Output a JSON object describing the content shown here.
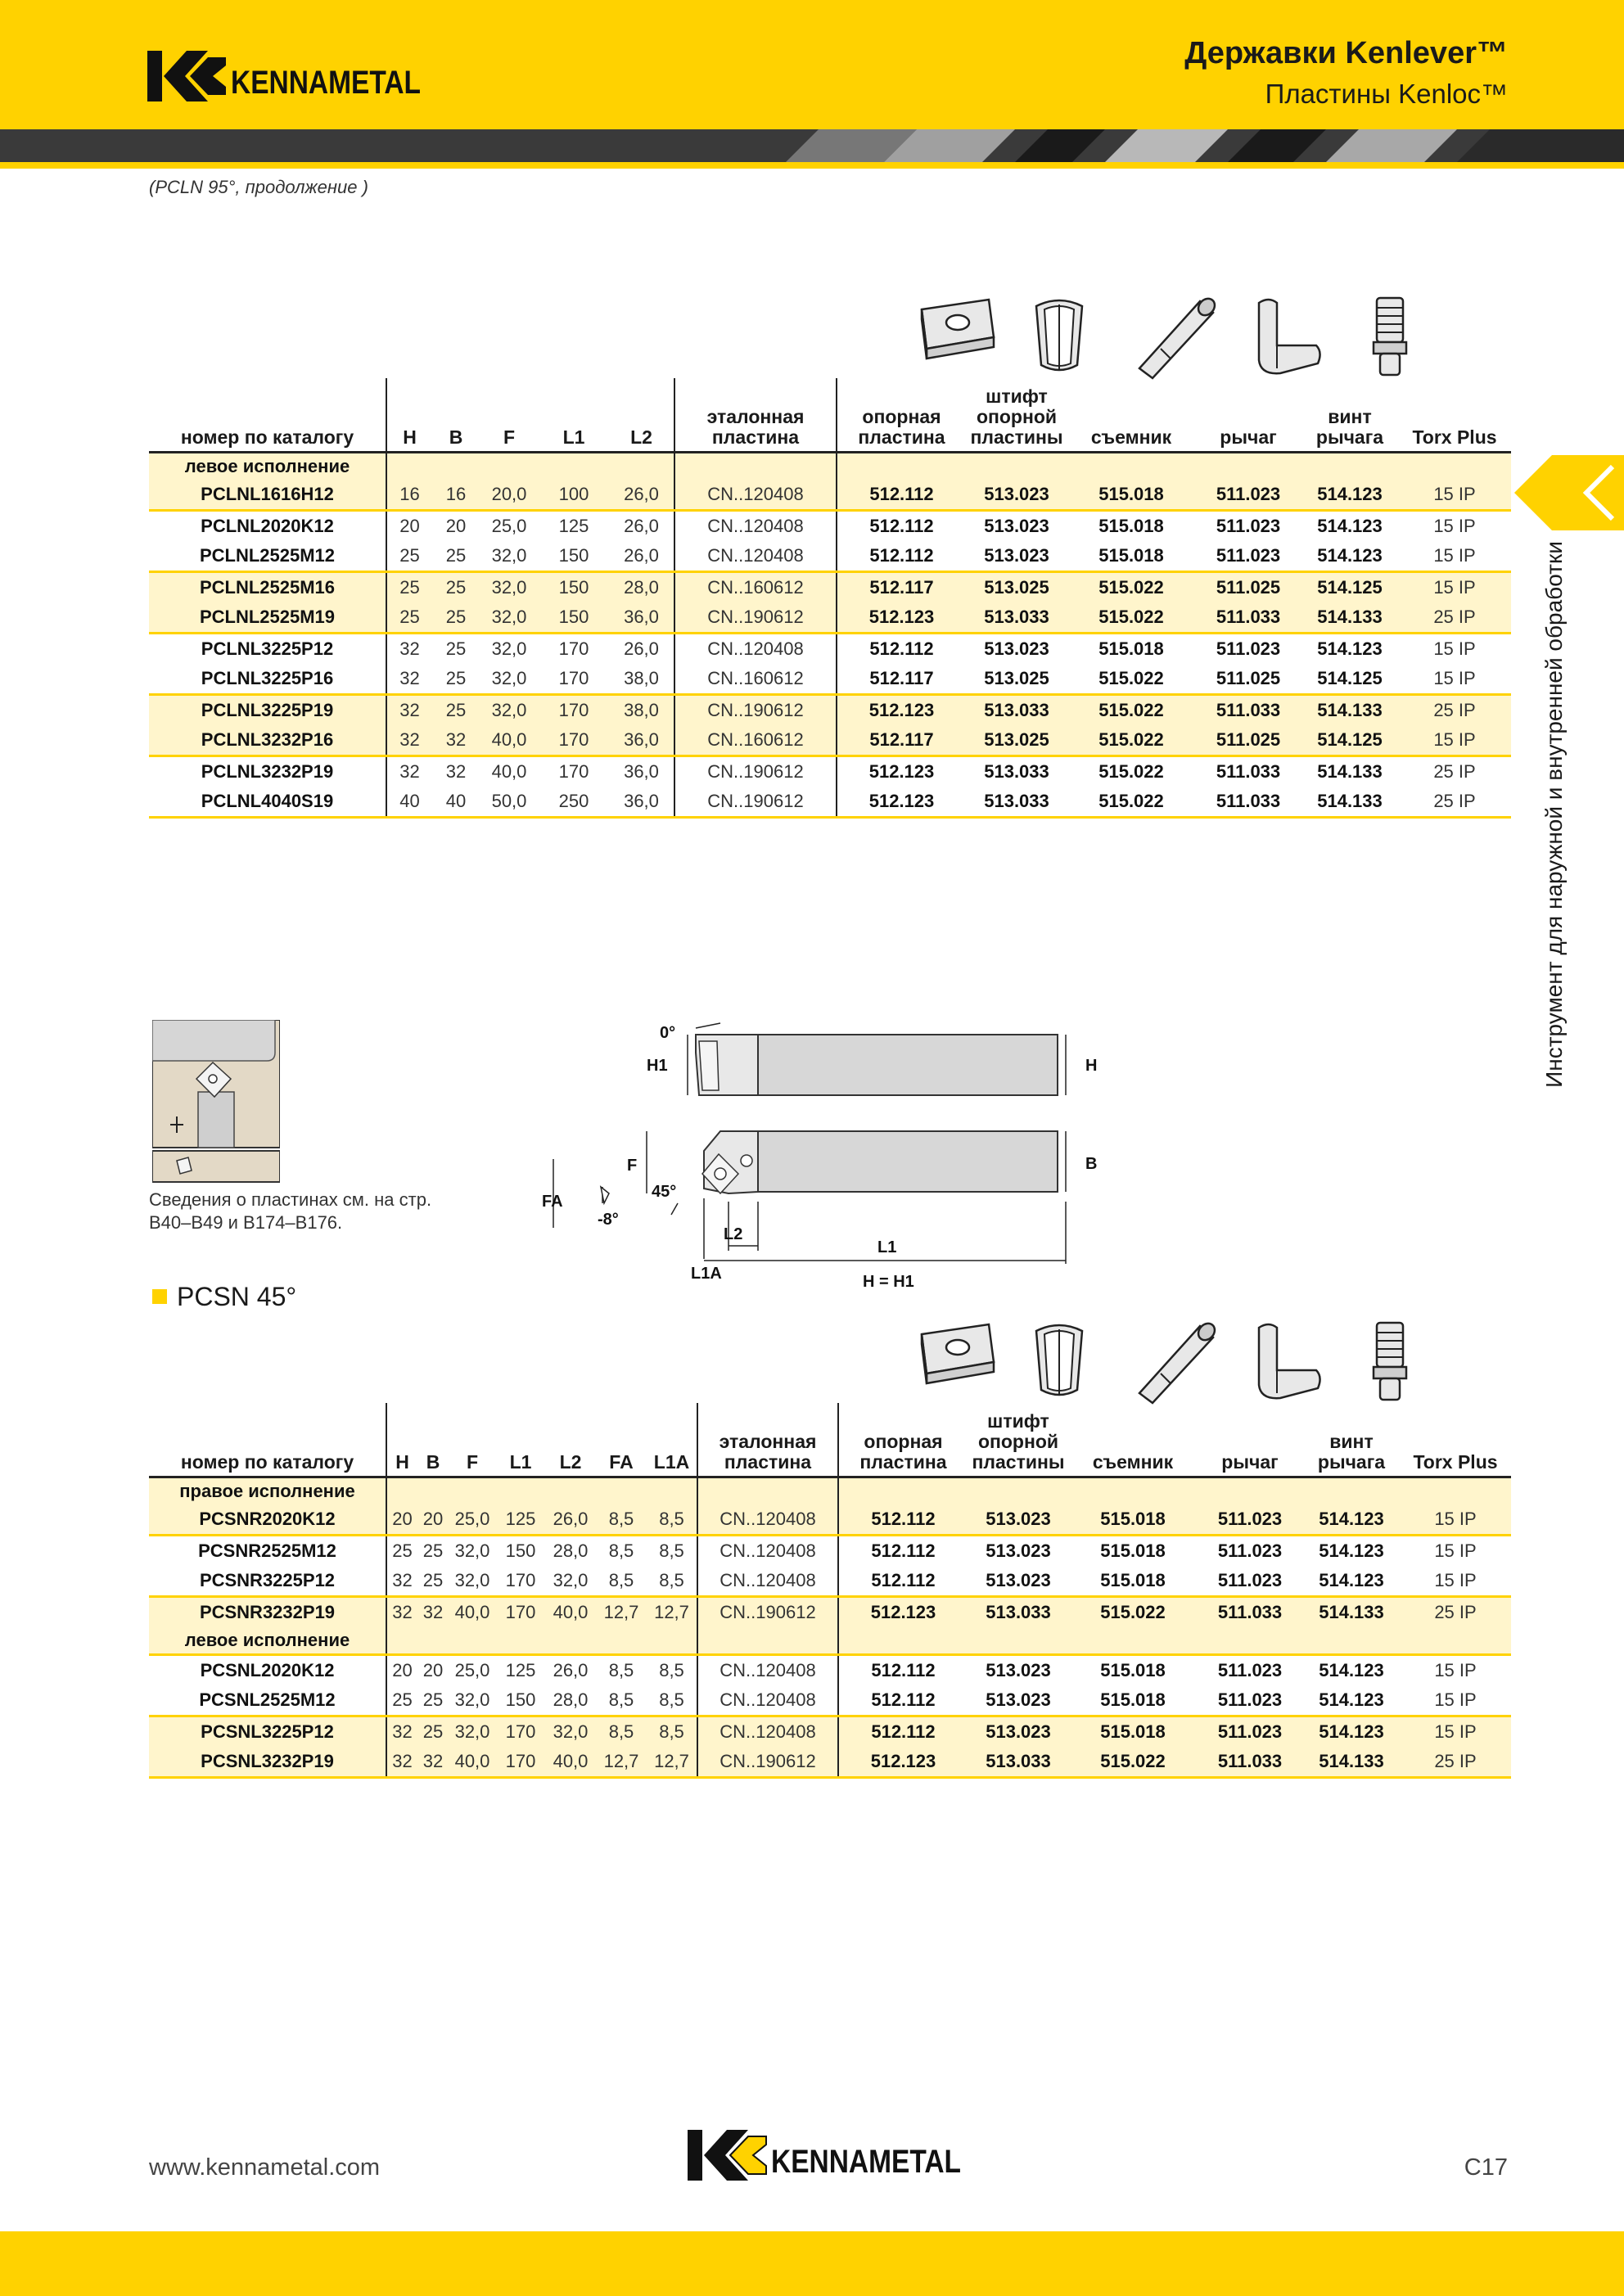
{
  "header": {
    "brand": "KENNAMETAL",
    "title": "Державки Kenlever™",
    "subtitle": "Пластины Kenloc™"
  },
  "continuation_note": "(PCLN 95°, продолжение )",
  "side_text": "Инструмент для наружной и внутренней обработки",
  "table1": {
    "headers": {
      "catalog": "номер по каталогу",
      "H": "H",
      "B": "B",
      "F": "F",
      "L1": "L1",
      "L2": "L2",
      "insert": "эталонная пластина",
      "seat": "опорная пластина",
      "pin": "штифт опорной пластины",
      "punch": "съемник",
      "lever": "рычаг",
      "screw": "винт рычага",
      "torx": "Torx Plus"
    },
    "section_left": "левое исполнение",
    "rows": [
      [
        "PCLNL1616H12",
        "16",
        "16",
        "20,0",
        "100",
        "26,0",
        "CN..120408",
        "512.112",
        "513.023",
        "515.018",
        "511.023",
        "514.123",
        "15 IP"
      ],
      [
        "PCLNL2020K12",
        "20",
        "20",
        "25,0",
        "125",
        "26,0",
        "CN..120408",
        "512.112",
        "513.023",
        "515.018",
        "511.023",
        "514.123",
        "15 IP"
      ],
      [
        "PCLNL2525M12",
        "25",
        "25",
        "32,0",
        "150",
        "26,0",
        "CN..120408",
        "512.112",
        "513.023",
        "515.018",
        "511.023",
        "514.123",
        "15 IP"
      ],
      [
        "PCLNL2525M16",
        "25",
        "25",
        "32,0",
        "150",
        "28,0",
        "CN..160612",
        "512.117",
        "513.025",
        "515.022",
        "511.025",
        "514.125",
        "15 IP"
      ],
      [
        "PCLNL2525M19",
        "25",
        "25",
        "32,0",
        "150",
        "36,0",
        "CN..190612",
        "512.123",
        "513.033",
        "515.022",
        "511.033",
        "514.133",
        "25 IP"
      ],
      [
        "PCLNL3225P12",
        "32",
        "25",
        "32,0",
        "170",
        "26,0",
        "CN..120408",
        "512.112",
        "513.023",
        "515.018",
        "511.023",
        "514.123",
        "15 IP"
      ],
      [
        "PCLNL3225P16",
        "32",
        "25",
        "32,0",
        "170",
        "38,0",
        "CN..160612",
        "512.117",
        "513.025",
        "515.022",
        "511.025",
        "514.125",
        "15 IP"
      ],
      [
        "PCLNL3225P19",
        "32",
        "25",
        "32,0",
        "170",
        "38,0",
        "CN..190612",
        "512.123",
        "513.033",
        "515.022",
        "511.033",
        "514.133",
        "25 IP"
      ],
      [
        "PCLNL3232P16",
        "32",
        "32",
        "40,0",
        "170",
        "36,0",
        "CN..160612",
        "512.117",
        "513.025",
        "515.022",
        "511.025",
        "514.125",
        "15 IP"
      ],
      [
        "PCLNL3232P19",
        "32",
        "32",
        "40,0",
        "170",
        "36,0",
        "CN..190612",
        "512.123",
        "513.033",
        "515.022",
        "511.033",
        "514.133",
        "25 IP"
      ],
      [
        "PCLNL4040S19",
        "40",
        "40",
        "50,0",
        "250",
        "36,0",
        "CN..190612",
        "512.123",
        "513.033",
        "515.022",
        "511.033",
        "514.133",
        "25 IP"
      ]
    ]
  },
  "drawing": {
    "note": "Сведения о пластинах см. на стр. B40–B49 и B174–B176.",
    "labels": {
      "zero_deg": "0°",
      "H1": "H1",
      "H": "H",
      "F": "F",
      "B": "B",
      "FA": "FA",
      "minus8": "-8°",
      "deg45": "45°",
      "L2": "L2",
      "L1": "L1",
      "L1A": "L1A",
      "h_eq": "H = H1"
    }
  },
  "pcsn_title": "PCSN 45°",
  "table2": {
    "headers": {
      "catalog": "номер по каталогу",
      "H": "H",
      "B": "B",
      "F": "F",
      "L1": "L1",
      "L2": "L2",
      "FA": "FA",
      "L1A": "L1A",
      "insert": "эталонная пластина",
      "seat": "опорная пластина",
      "pin": "штифт опорной пластины",
      "punch": "съемник",
      "lever": "рычаг",
      "screw": "винт рычага",
      "torx": "Torx Plus"
    },
    "section_right": "правое исполнение",
    "section_left": "левое исполнение",
    "rows_right": [
      [
        "PCSNR2020K12",
        "20",
        "20",
        "25,0",
        "125",
        "26,0",
        "8,5",
        "8,5",
        "CN..120408",
        "512.112",
        "513.023",
        "515.018",
        "511.023",
        "514.123",
        "15 IP"
      ],
      [
        "PCSNR2525M12",
        "25",
        "25",
        "32,0",
        "150",
        "28,0",
        "8,5",
        "8,5",
        "CN..120408",
        "512.112",
        "513.023",
        "515.018",
        "511.023",
        "514.123",
        "15 IP"
      ],
      [
        "PCSNR3225P12",
        "32",
        "25",
        "32,0",
        "170",
        "32,0",
        "8,5",
        "8,5",
        "CN..120408",
        "512.112",
        "513.023",
        "515.018",
        "511.023",
        "514.123",
        "15 IP"
      ],
      [
        "PCSNR3232P19",
        "32",
        "32",
        "40,0",
        "170",
        "40,0",
        "12,7",
        "12,7",
        "CN..190612",
        "512.123",
        "513.033",
        "515.022",
        "511.033",
        "514.133",
        "25 IP"
      ]
    ],
    "rows_left": [
      [
        "PCSNL2020K12",
        "20",
        "20",
        "25,0",
        "125",
        "26,0",
        "8,5",
        "8,5",
        "CN..120408",
        "512.112",
        "513.023",
        "515.018",
        "511.023",
        "514.123",
        "15 IP"
      ],
      [
        "PCSNL2525M12",
        "25",
        "25",
        "32,0",
        "150",
        "28,0",
        "8,5",
        "8,5",
        "CN..120408",
        "512.112",
        "513.023",
        "515.018",
        "511.023",
        "514.123",
        "15 IP"
      ],
      [
        "PCSNL3225P12",
        "32",
        "25",
        "32,0",
        "170",
        "32,0",
        "8,5",
        "8,5",
        "CN..120408",
        "512.112",
        "513.023",
        "515.018",
        "511.023",
        "514.123",
        "15 IP"
      ],
      [
        "PCSNL3232P19",
        "32",
        "32",
        "40,0",
        "170",
        "40,0",
        "12,7",
        "12,7",
        "CN..190612",
        "512.123",
        "513.033",
        "515.022",
        "511.033",
        "514.133",
        "25 IP"
      ]
    ]
  },
  "footer": {
    "url": "www.kennametal.com",
    "page": "C17"
  },
  "colors": {
    "brand_yellow": "#ffd200",
    "row_shade": "#fff5cc",
    "stripe_dark": "#3a3a3a"
  }
}
